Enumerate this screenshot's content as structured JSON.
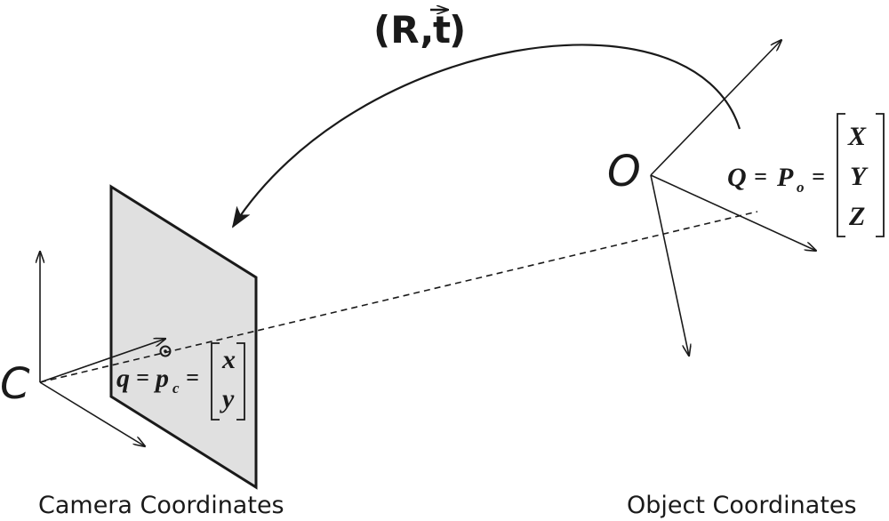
{
  "transform_label": {
    "open": "(",
    "rotation": "R",
    "comma": ",",
    "translation": "t",
    "close": ")"
  },
  "camera": {
    "center_label": "C",
    "caption": "Camera Coordinates",
    "point_symbol": "q",
    "equals": "=",
    "proj_symbol": "p",
    "proj_subscript": "c",
    "vector": [
      "x",
      "y"
    ]
  },
  "object": {
    "origin_label": "O",
    "caption": "Object Coordinates",
    "point_symbol": "Q",
    "equals": "=",
    "proj_symbol": "P",
    "proj_subscript": "o",
    "vector": [
      "X",
      "Y",
      "Z"
    ]
  },
  "colors": {
    "ink": "#1a1a1a",
    "image_plane_fill": "#e0e0e0"
  }
}
